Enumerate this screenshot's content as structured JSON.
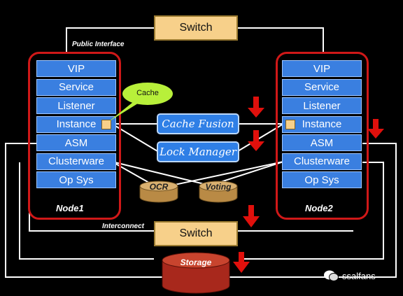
{
  "switch_top": {
    "label": "Switch"
  },
  "switch_bottom": {
    "label": "Switch"
  },
  "public_interface_label": "Public Interface",
  "interconnect_label": "Interconnect",
  "node1": {
    "label": "Node1",
    "layers": [
      "VIP",
      "Service",
      "Listener",
      "Instance",
      "ASM",
      "Clusterware",
      "Op Sys"
    ]
  },
  "node2": {
    "label": "Node2",
    "layers": [
      "VIP",
      "Service",
      "Listener",
      "Instance",
      "ASM",
      "Clusterware",
      "Op Sys"
    ]
  },
  "cache_bubble": "Cache",
  "cache_fusion": "Cache Fusion",
  "lock_manager": "Lock Manager",
  "ocr": "OCR",
  "voting": "Voting",
  "storage": "Storage",
  "watermark": "ssalfans",
  "colors": {
    "background": "#000000",
    "layer_blue": "#3a7fe0",
    "node_frame_red": "#d01818",
    "switch_tan": "#f7d08a",
    "disk_tan": "#c49a55",
    "storage_red": "#a8281c",
    "arrow_red": "#e0100c",
    "cache_green": "#b8f03a"
  },
  "icons": [
    "red-down-arrow-icon",
    "wechat-icon"
  ]
}
